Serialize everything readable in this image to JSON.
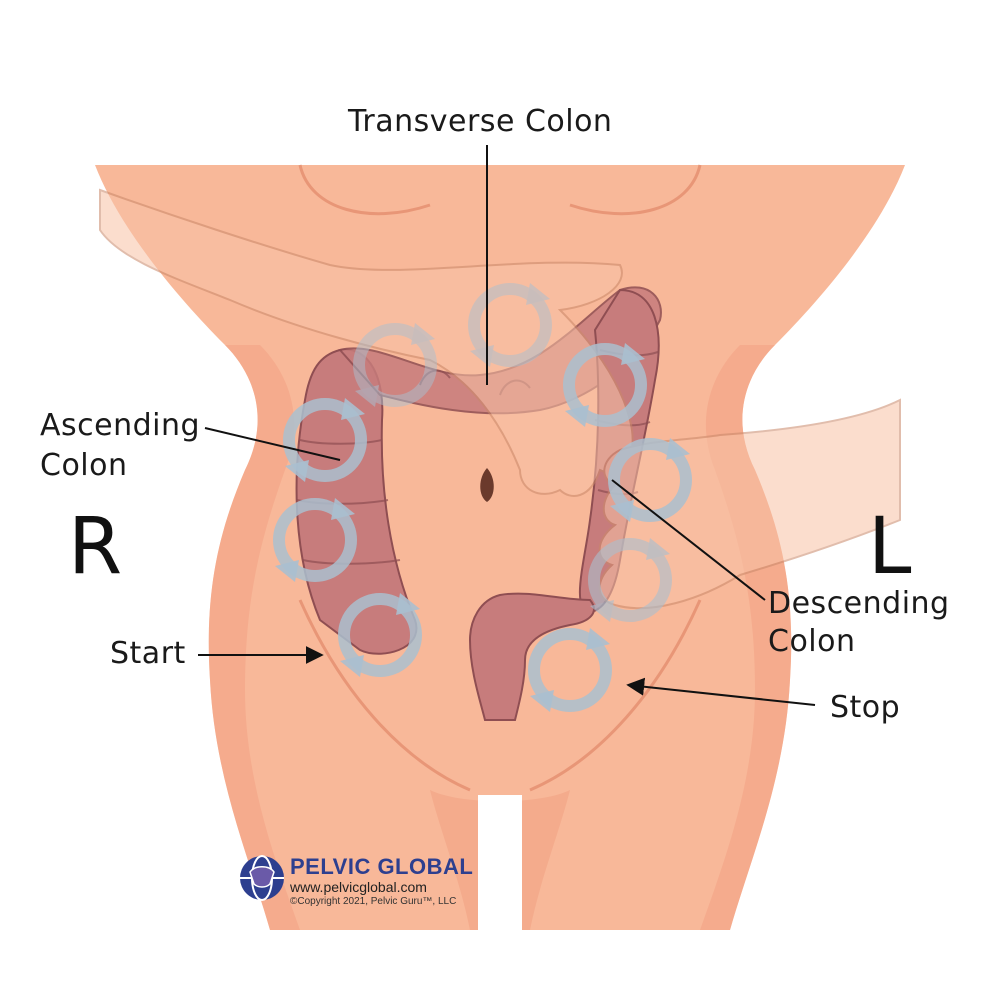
{
  "labels": {
    "transverse": "Transverse Colon",
    "ascending_1": "Ascending",
    "ascending_2": "Colon",
    "descending_1": "Descending",
    "descending_2": "Colon",
    "start": "Start",
    "stop": "Stop",
    "right": "R",
    "left": "L"
  },
  "logo": {
    "brand": "PELVIC GLOBAL",
    "url": "www.pelvicglobal.com",
    "copyright": "©Copyright 2021, Pelvic Guru™, LLC"
  },
  "colors": {
    "skin": "#f8b899",
    "skin_shadow": "#f2a184",
    "colon": "#c77c7c",
    "colon_dark": "#a85a5e",
    "arrow": "#aabfcf",
    "brand": "#2d3f8f"
  }
}
